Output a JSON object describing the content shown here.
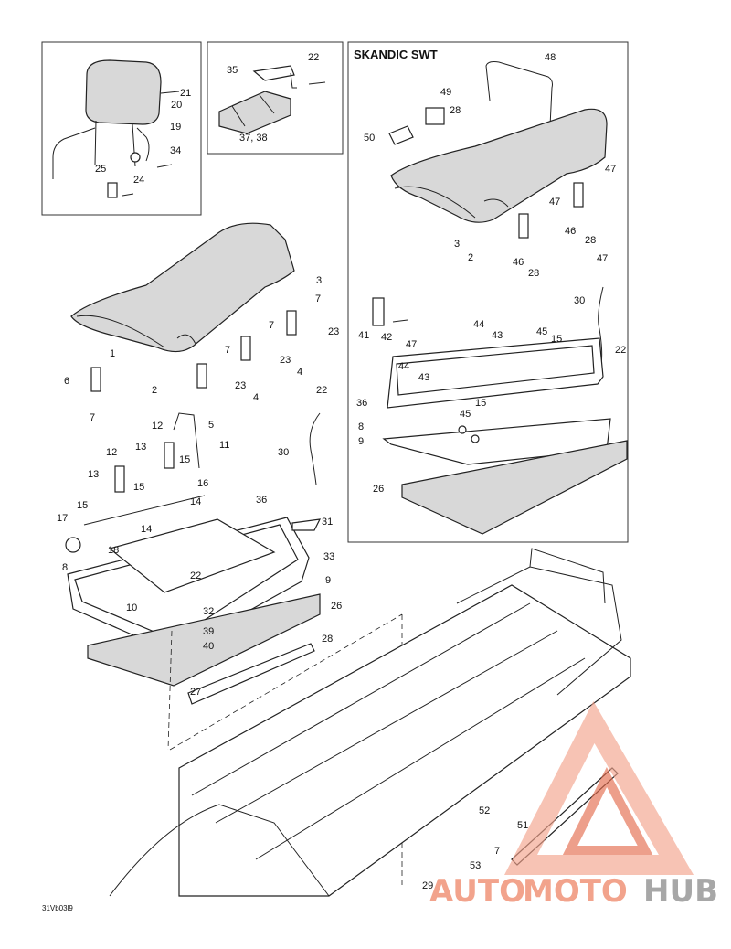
{
  "diagram": {
    "inset_title": "SKANDIC SWT",
    "figure_code": "31Vb03l9",
    "labels": [
      {
        "id": "l21",
        "text": "21"
      },
      {
        "id": "l20",
        "text": "20"
      },
      {
        "id": "l19",
        "text": "19"
      },
      {
        "id": "l34",
        "text": "34"
      },
      {
        "id": "l25",
        "text": "25"
      },
      {
        "id": "l24",
        "text": "24"
      },
      {
        "id": "l35",
        "text": "35"
      },
      {
        "id": "l22a",
        "text": "22"
      },
      {
        "id": "l3738",
        "text": "37, 38"
      },
      {
        "id": "l48",
        "text": "48"
      },
      {
        "id": "l49",
        "text": "49"
      },
      {
        "id": "l28a",
        "text": "28"
      },
      {
        "id": "l50",
        "text": "50"
      },
      {
        "id": "l47a",
        "text": "47"
      },
      {
        "id": "l47b",
        "text": "47"
      },
      {
        "id": "l46a",
        "text": "46"
      },
      {
        "id": "l28b",
        "text": "28"
      },
      {
        "id": "l3b",
        "text": "3"
      },
      {
        "id": "l2b",
        "text": "2"
      },
      {
        "id": "l46b",
        "text": "46"
      },
      {
        "id": "l28c",
        "text": "28"
      },
      {
        "id": "l47c",
        "text": "47"
      },
      {
        "id": "l30b",
        "text": "30"
      },
      {
        "id": "l41",
        "text": "41"
      },
      {
        "id": "l42",
        "text": "42"
      },
      {
        "id": "l47d",
        "text": "47"
      },
      {
        "id": "l44a",
        "text": "44"
      },
      {
        "id": "l43a",
        "text": "43"
      },
      {
        "id": "l45a",
        "text": "45"
      },
      {
        "id": "l15a",
        "text": "15"
      },
      {
        "id": "l44b",
        "text": "44"
      },
      {
        "id": "l43b",
        "text": "43"
      },
      {
        "id": "l36a",
        "text": "36"
      },
      {
        "id": "l45b",
        "text": "45"
      },
      {
        "id": "l15b",
        "text": "15"
      },
      {
        "id": "l22b",
        "text": "22"
      },
      {
        "id": "l8a",
        "text": "8"
      },
      {
        "id": "l9a",
        "text": "9"
      },
      {
        "id": "l26a",
        "text": "26"
      },
      {
        "id": "l3",
        "text": "3"
      },
      {
        "id": "l7a",
        "text": "7"
      },
      {
        "id": "l7b",
        "text": "7"
      },
      {
        "id": "l7c",
        "text": "7"
      },
      {
        "id": "l23a",
        "text": "23"
      },
      {
        "id": "l23b",
        "text": "23"
      },
      {
        "id": "l4a",
        "text": "4"
      },
      {
        "id": "l4b",
        "text": "4"
      },
      {
        "id": "l23c",
        "text": "23"
      },
      {
        "id": "l1",
        "text": "1"
      },
      {
        "id": "l2",
        "text": "2"
      },
      {
        "id": "l6",
        "text": "6"
      },
      {
        "id": "l7d",
        "text": "7"
      },
      {
        "id": "l5",
        "text": "5"
      },
      {
        "id": "l22c",
        "text": "22"
      },
      {
        "id": "l30",
        "text": "30"
      },
      {
        "id": "l12a",
        "text": "12"
      },
      {
        "id": "l11",
        "text": "11"
      },
      {
        "id": "l12b",
        "text": "12"
      },
      {
        "id": "l13a",
        "text": "13"
      },
      {
        "id": "l15c",
        "text": "15"
      },
      {
        "id": "l13b",
        "text": "13"
      },
      {
        "id": "l15d",
        "text": "15"
      },
      {
        "id": "l16",
        "text": "16"
      },
      {
        "id": "l15e",
        "text": "15"
      },
      {
        "id": "l14a",
        "text": "14"
      },
      {
        "id": "l36",
        "text": "36"
      },
      {
        "id": "l17",
        "text": "17"
      },
      {
        "id": "l14b",
        "text": "14"
      },
      {
        "id": "l18",
        "text": "18"
      },
      {
        "id": "l31",
        "text": "31"
      },
      {
        "id": "l33",
        "text": "33"
      },
      {
        "id": "l8",
        "text": "8"
      },
      {
        "id": "l9",
        "text": "9"
      },
      {
        "id": "l22d",
        "text": "22"
      },
      {
        "id": "l10",
        "text": "10"
      },
      {
        "id": "l32",
        "text": "32"
      },
      {
        "id": "l26",
        "text": "26"
      },
      {
        "id": "l39",
        "text": "39"
      },
      {
        "id": "l40",
        "text": "40"
      },
      {
        "id": "l28d",
        "text": "28"
      },
      {
        "id": "l27",
        "text": "27"
      },
      {
        "id": "l52",
        "text": "52"
      },
      {
        "id": "l51",
        "text": "51"
      },
      {
        "id": "l7e",
        "text": "7"
      },
      {
        "id": "l53",
        "text": "53"
      },
      {
        "id": "l29",
        "text": "29"
      }
    ]
  },
  "watermark": {
    "text_auto": "AUTO",
    "text_moto": "MOTO",
    "text_hub": "HUB",
    "color_primary": "#f2a38c",
    "color_secondary": "#a7a7a7",
    "color_accent": "#e36b4d"
  }
}
